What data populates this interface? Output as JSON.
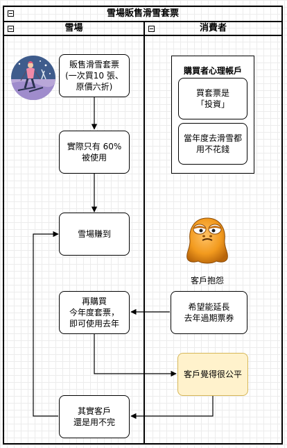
{
  "pool": {
    "title": "雪場販售滑雪套票"
  },
  "lanes": {
    "left": "雪場",
    "right": "消費者"
  },
  "nodes": {
    "sell": "販售滑雪套票\n(一次買10 張、\n原價六折)",
    "used60": "實際只有 60%\n被使用",
    "profit": "雪場賺到",
    "rebuy": "再購買\n今年度套票，\n即可使用去年",
    "unused": "其實客戶\n還是用不完",
    "extend": "希望能延長\n去年過期票券",
    "fair": "客戶覺得很公平"
  },
  "mental": {
    "title": "購買者心理帳戶",
    "invest": "買套票是\n「投資」",
    "free": "當年度去滑雪都\n用不花錢"
  },
  "complaint": {
    "caption": "客戶抱怨"
  },
  "colors": {
    "fair_fill": "#fff2cc",
    "fair_border": "#d6b656"
  }
}
